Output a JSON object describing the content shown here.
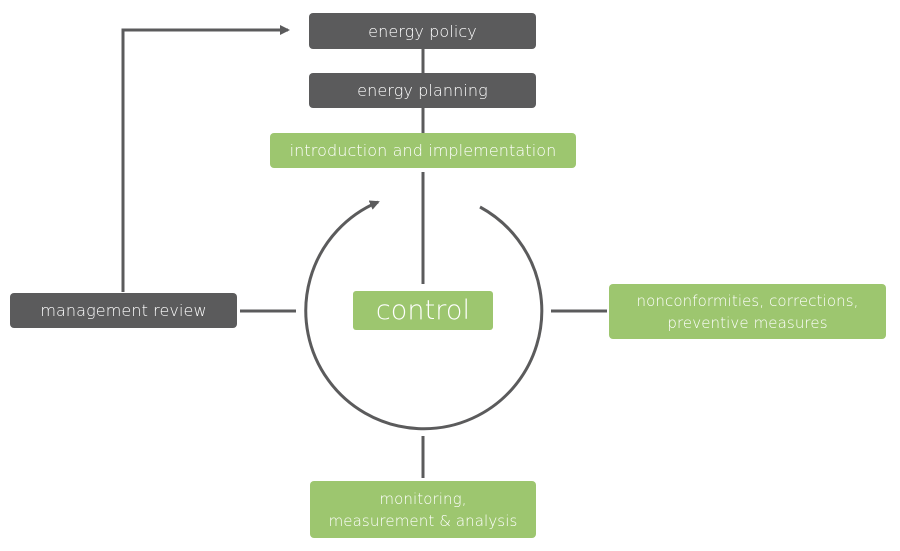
{
  "nodes": {
    "energy_policy": "energy policy",
    "energy_planning": "energy planning",
    "introduction": "introduction and implementation",
    "control": "control",
    "management_review": "management review",
    "nonconformities_line1": "nonconformities, corrections,",
    "nonconformities_line2": "preventive measures",
    "monitoring_line1": "monitoring,",
    "monitoring_line2": "measurement & analysis"
  },
  "colors": {
    "dark_box": "#5b5b5c",
    "green_box": "#9dc66f",
    "connector": "#5b5b5c",
    "text": "#ffffff"
  }
}
